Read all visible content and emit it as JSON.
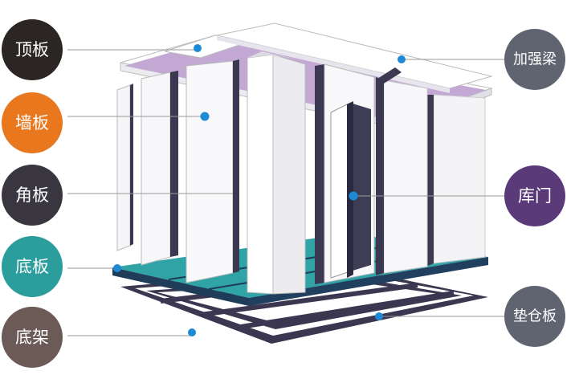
{
  "labels": {
    "top_panel": "顶板",
    "wall_panel": "墙板",
    "corner_panel": "角板",
    "bottom_panel": "底板",
    "base_frame": "底架",
    "reinforcing_beam": "加强梁",
    "door": "库门",
    "pad_board": "垫仓板"
  },
  "colors": {
    "top_panel": "#2b2523",
    "wall_panel": "#e8771e",
    "corner_panel": "#3a3640",
    "bottom_panel": "#2a9d9c",
    "base_frame": "#6b5a55",
    "reinforcing_beam": "#5f6470",
    "door": "#5b3a7a",
    "pad_board": "#5f6470",
    "marker": "#1e8ad6",
    "leader_line": "#9a9a9a"
  }
}
